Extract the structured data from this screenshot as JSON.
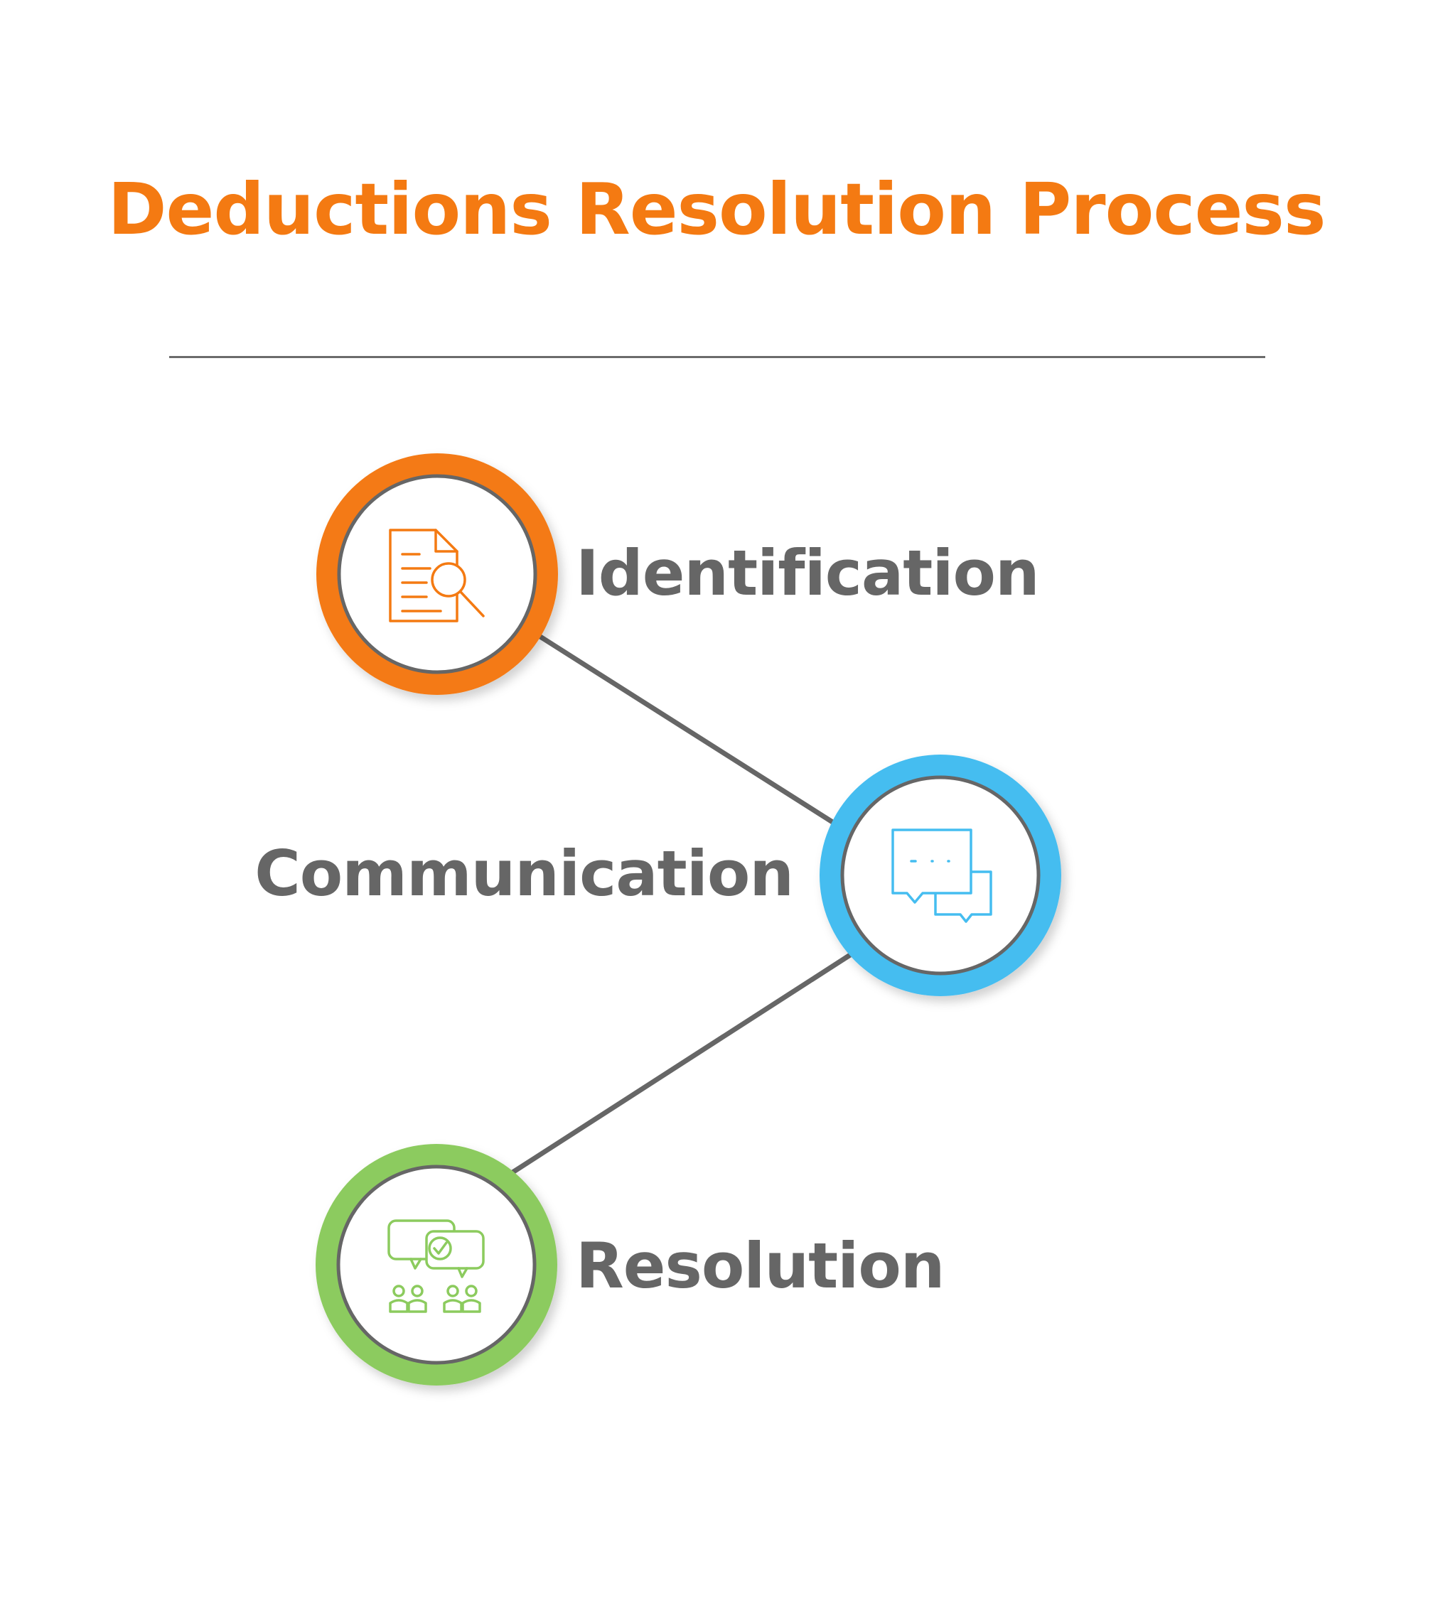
{
  "title": "Deductions Resolution Process",
  "colors": {
    "title": "#F47A12",
    "text": "#666666",
    "connector": "#666666",
    "inner_ring": "#666666",
    "step1": "#F47A12",
    "step2": "#45BDF0",
    "step3": "#8CCB5E"
  },
  "steps": [
    {
      "label": "Identification",
      "icon": "document-search-icon",
      "color": "#F47A12"
    },
    {
      "label": "Communication",
      "icon": "chat-bubbles-icon",
      "color": "#45BDF0"
    },
    {
      "label": "Resolution",
      "icon": "team-agreement-icon",
      "color": "#8CCB5E"
    }
  ]
}
